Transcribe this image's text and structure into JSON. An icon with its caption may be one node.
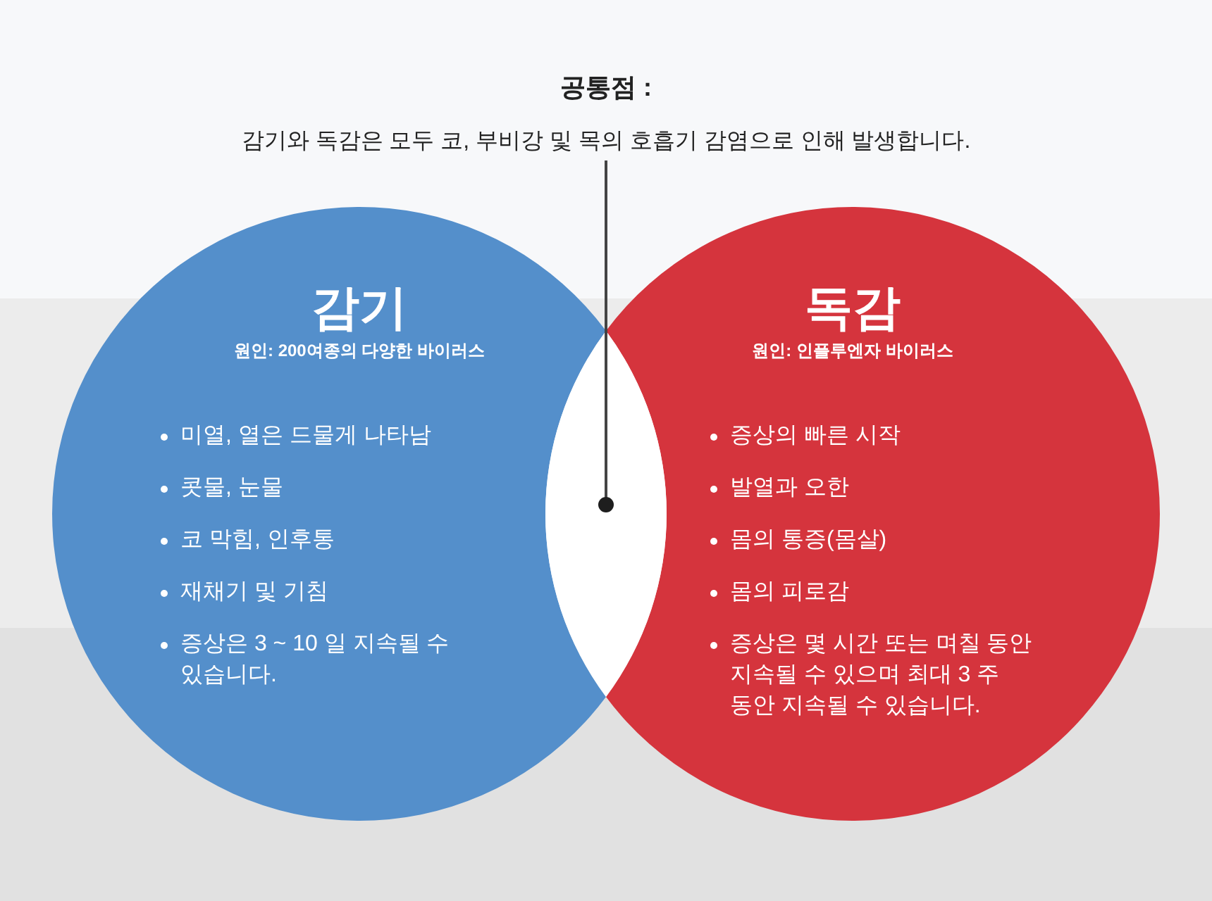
{
  "diagram": {
    "nodes": [
      {
        "text": [
          "공통점 :",
          "감기와 독감은 모두 코, 부비강 및 목의 호흡기 감염으로 인해 발생합니다."
        ]
      },
      {
        "text": [
          "감기",
          "원인: 200여종의 다양한 바이러스",
          "미열, 열은 드물게 나타남",
          "콧물, 눈물",
          "코 막힘, 인후통",
          "재채기 및 기침",
          "증상은 3 ~ 10 일 지속될 수 있습니다."
        ]
      },
      {
        "text": [
          "독감",
          "원인: 인플루엔자 바이러스",
          "증상의 빠른 시작",
          "발열과 오한",
          "몸의 통증(몸살)",
          "몸의 피로감",
          "증상은 몇 시간 또는 며칠 동안 지속될 수 있으며 최대 3 주 동안 지속될 수 있습니다."
        ]
      },
      {
        "text": [],
        "shape": "lens"
      }
    ],
    "edges": [
      {
        "from": 0,
        "to": 3,
        "arrow": "other"
      }
    ]
  }
}
